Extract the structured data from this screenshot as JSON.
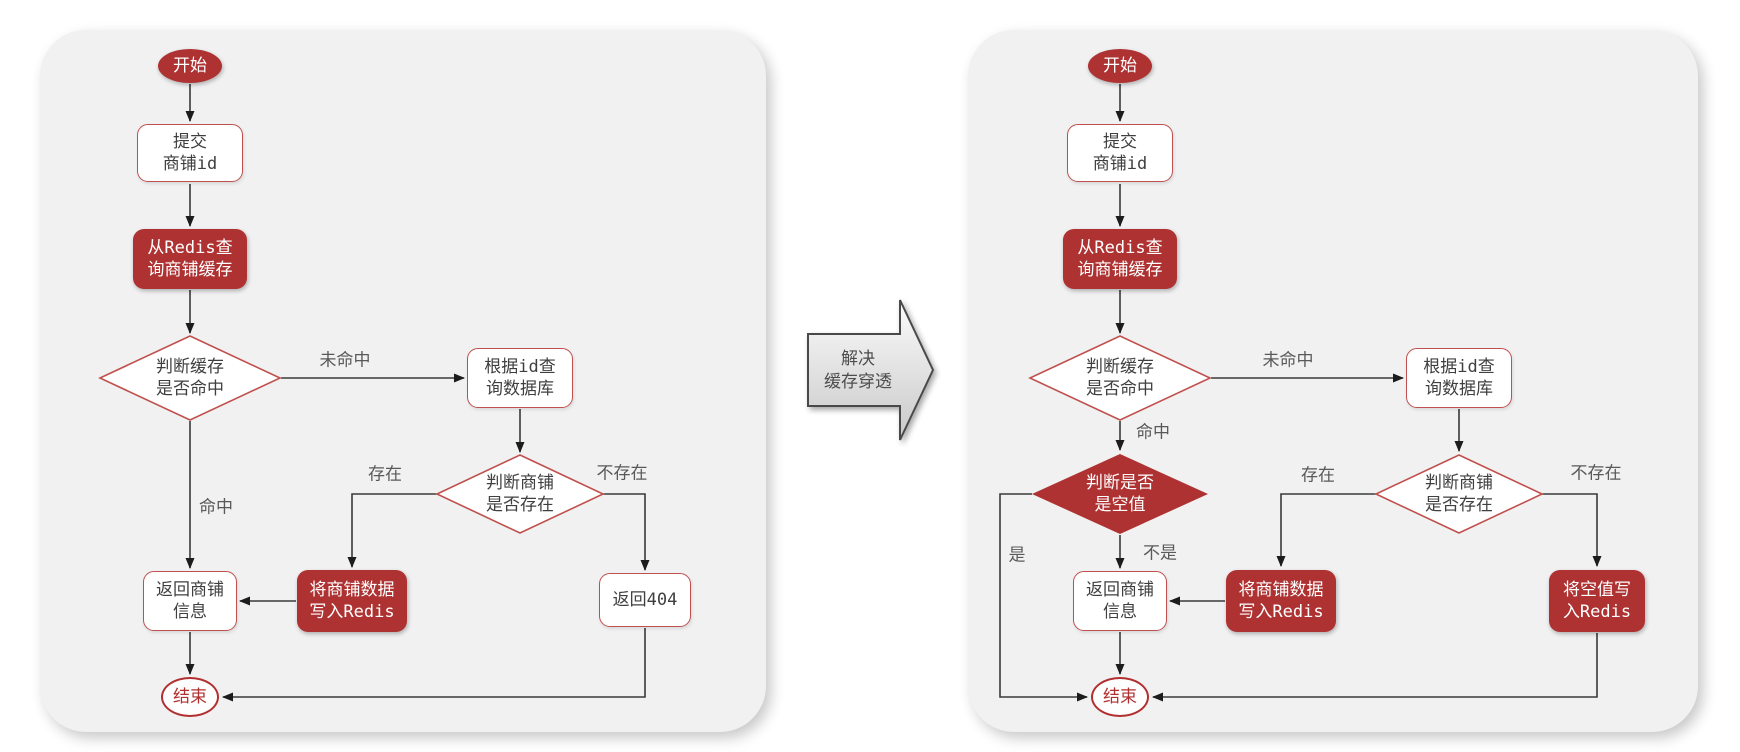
{
  "left_chart": {
    "nodes": {
      "start": "开始",
      "submit": "提交\n商铺id",
      "redis_query": "从Redis查\n询商铺缓存",
      "cache_hit_decision": "判断缓存\n是否命中",
      "db_query": "根据id查\n询数据库",
      "shop_exists_decision": "判断商铺\n是否存在",
      "return_shop": "返回商铺\n信息",
      "write_shop_to_redis": "将商铺数据\n写入Redis",
      "return_404": "返回404",
      "end": "结束"
    },
    "edge_labels": {
      "miss": "未命中",
      "hit": "命中",
      "exists": "存在",
      "not_exists": "不存在"
    }
  },
  "transition_arrow": {
    "label": "解决\n缓存穿透"
  },
  "right_chart": {
    "nodes": {
      "start": "开始",
      "submit": "提交\n商铺id",
      "redis_query": "从Redis查\n询商铺缓存",
      "cache_hit_decision": "判断缓存\n是否命中",
      "is_null_decision": "判断是否\n是空值",
      "db_query": "根据id查\n询数据库",
      "shop_exists_decision": "判断商铺\n是否存在",
      "return_shop": "返回商铺\n信息",
      "write_shop_to_redis": "将商铺数据\n写入Redis",
      "write_null_to_redis": "将空值写\n入Redis",
      "end": "结束"
    },
    "edge_labels": {
      "miss": "未命中",
      "hit": "命中",
      "yes": "是",
      "no": "不是",
      "exists": "存在",
      "not_exists": "不存在"
    }
  },
  "colors": {
    "shape_red": "#ae3232",
    "border_red": "#c0504d",
    "panel_bg": "#f1f1f2",
    "edge": "#3a3a3a",
    "text_dark": "#3f3f3f",
    "label_gray": "#595959"
  }
}
